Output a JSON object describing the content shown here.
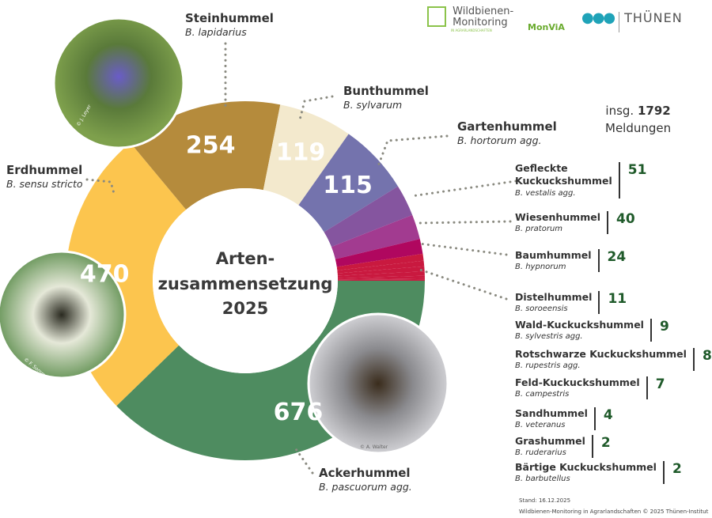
{
  "logos": {
    "wildbienen": "Wildbienen-\nMonitoring",
    "wildbienen_sub": "IN AGRARLANDSCHAFTEN",
    "monvia": "MonViA",
    "thuenen": "THÜNEN"
  },
  "center_title": [
    "Arten-",
    "zusammensetzung",
    "2025"
  ],
  "total": {
    "prefix": "insg.",
    "value": "1792",
    "suffix": "Meldungen"
  },
  "photos": [
    {
      "credit": "© J. Leyer"
    },
    {
      "credit": "© F. Sommerlandt"
    },
    {
      "credit": "© A. Walter"
    }
  ],
  "chart_data": {
    "type": "pie",
    "subtype": "donut",
    "total": 1792,
    "series": [
      {
        "name": "Ackerhummel",
        "latin": "B. pascuorum agg.",
        "value": 676,
        "color": "#4e8c60"
      },
      {
        "name": "Erdhummel",
        "latin": "B. sensu stricto",
        "value": 470,
        "color": "#fcc54e"
      },
      {
        "name": "Steinhummel",
        "latin": "B. lapidarius",
        "value": 254,
        "color": "#b58b3c"
      },
      {
        "name": "Bunthummel",
        "latin": "B. sylvarum",
        "value": 119,
        "color": "#f3e9cd"
      },
      {
        "name": "Gartenhummel",
        "latin": "B. hortorum agg.",
        "value": 115,
        "color": "#7473ad"
      },
      {
        "name": "Gefleckte Kuckuckshummel",
        "latin": "B. vestalis agg.",
        "value": 51,
        "color": "#85559f"
      },
      {
        "name": "Wiesenhummel",
        "latin": "B. pratorum",
        "value": 40,
        "color": "#a23b90"
      },
      {
        "name": "Baumhummel",
        "latin": "B. hypnorum",
        "value": 24,
        "color": "#b0075f"
      },
      {
        "name": "Distelhummel",
        "latin": "B. soroeensis",
        "value": 11,
        "color": "#c9193f"
      },
      {
        "name": "Wald-Kuckuckshummel",
        "latin": "B. sylvestris agg.",
        "value": 9,
        "color": "#c9193f"
      },
      {
        "name": "Rotschwarze Kuckuckshummel",
        "latin": "B. rupestris agg.",
        "value": 8,
        "color": "#c9193f"
      },
      {
        "name": "Feld-Kuckuckshummel",
        "latin": "B. campestris",
        "value": 7,
        "color": "#c9193f"
      },
      {
        "name": "Sandhummel",
        "latin": "B. veteranus",
        "value": 4,
        "color": "#c9193f"
      },
      {
        "name": "Grashummel",
        "latin": "B. ruderarius",
        "value": 2,
        "color": "#c9193f"
      },
      {
        "name": "Bärtige Kuckuckshummel",
        "latin": "B. barbutellus",
        "value": 2,
        "color": "#c9193f"
      }
    ]
  },
  "footer": {
    "stand": "Stand: 16.12.2025",
    "copyright": "Wildbienen-Monitoring in Agrarlandschaften © 2025 Thünen-Institut"
  }
}
